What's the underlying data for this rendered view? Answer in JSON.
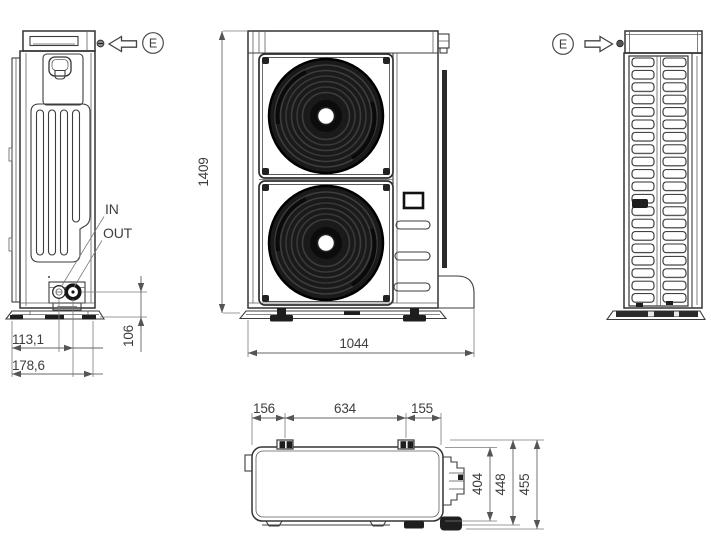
{
  "drawing": {
    "type": "technical-dimension-drawing",
    "subject": "outdoor-unit-orthographic-views"
  },
  "views": {
    "side_left": {
      "label_in": "IN",
      "label_out": "OUT",
      "detail": "E",
      "dim_pipe_offset": "113,1",
      "dim_total_depth": "178,6",
      "dim_pipe_height": "106"
    },
    "front": {
      "dim_height": "1409",
      "dim_width": "1044"
    },
    "side_right": {
      "detail": "E"
    },
    "top": {
      "dim_left": "156",
      "dim_span": "634",
      "dim_right": "155",
      "dim_depth_body": "404",
      "dim_depth_mid": "448",
      "dim_depth_total": "455"
    }
  },
  "icons": {
    "detail_arrow_left": "block-arrow-left",
    "detail_arrow_right": "block-arrow-right"
  }
}
